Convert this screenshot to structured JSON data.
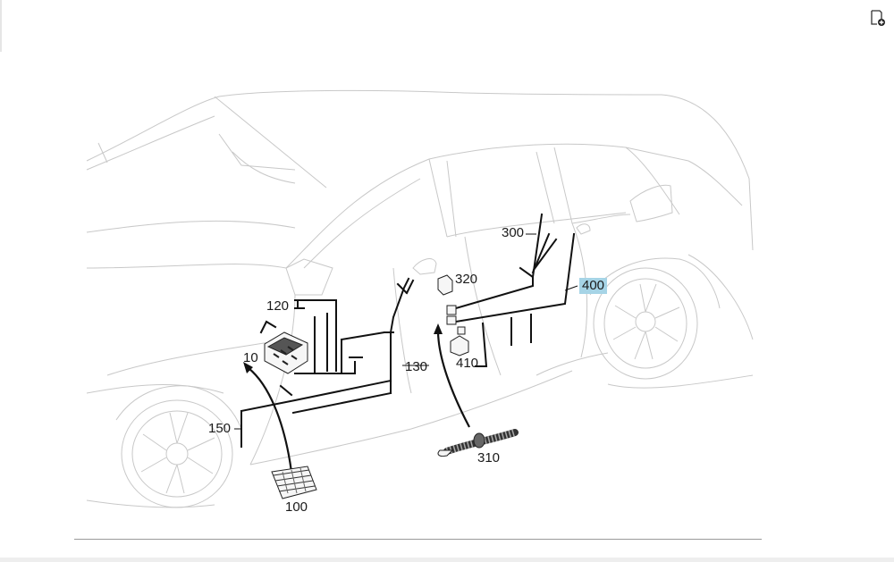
{
  "toolbar": {
    "corner_icon": "document-add-icon"
  },
  "callouts": [
    {
      "id": "100",
      "label": "100"
    },
    {
      "id": "10",
      "label": "10"
    },
    {
      "id": "120",
      "label": "120"
    },
    {
      "id": "130",
      "label": "130"
    },
    {
      "id": "150",
      "label": "150"
    },
    {
      "id": "300",
      "label": "300"
    },
    {
      "id": "310",
      "label": "310"
    },
    {
      "id": "320",
      "label": "320"
    },
    {
      "id": "400",
      "label": "400",
      "highlighted": true
    },
    {
      "id": "410",
      "label": "410"
    }
  ],
  "colors": {
    "highlight": "#a6d4e6",
    "line": "#111111",
    "outline": "#c8c8c8"
  }
}
